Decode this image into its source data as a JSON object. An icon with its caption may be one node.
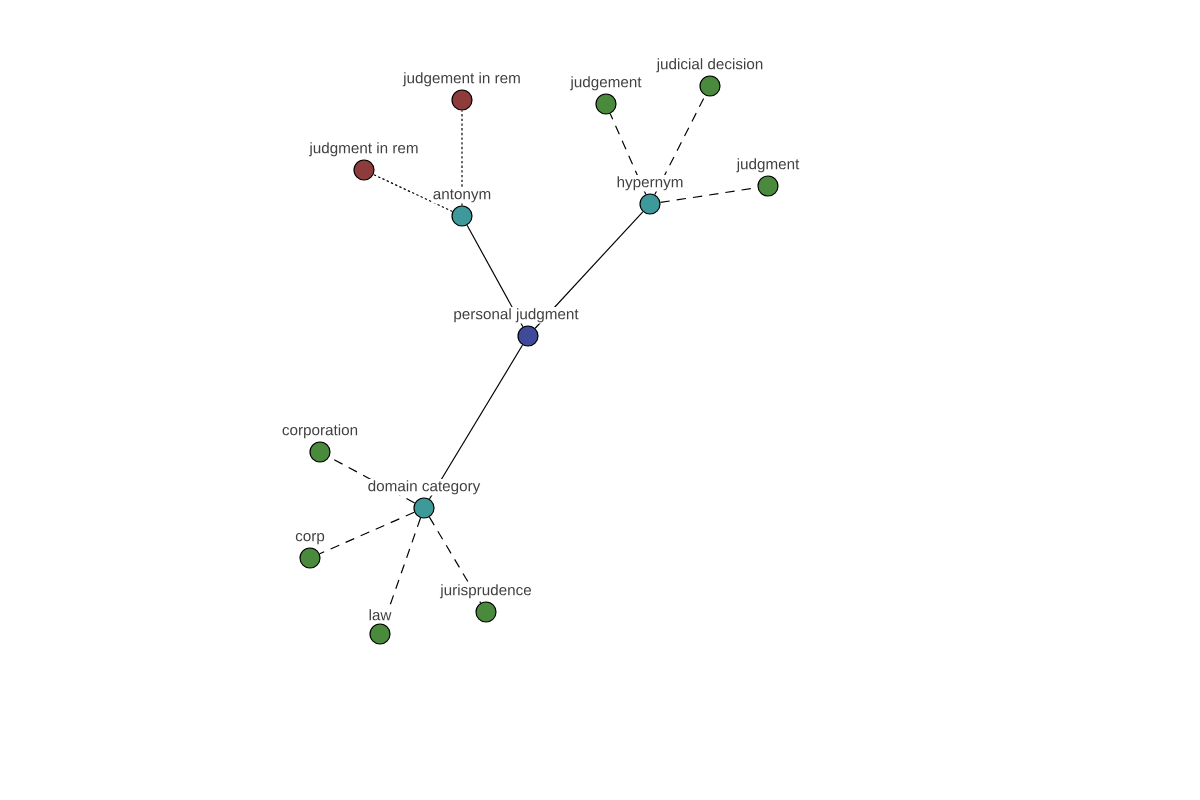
{
  "diagram": {
    "nodes": [
      {
        "text": [
          "personal judgment"
        ]
      },
      {
        "text": [
          "antonym"
        ]
      },
      {
        "text": [
          "judgement in rem"
        ]
      },
      {
        "text": [
          "judgment in rem"
        ]
      },
      {
        "text": [
          "hypernym"
        ]
      },
      {
        "text": [
          "judgement"
        ]
      },
      {
        "text": [
          "judicial decision"
        ]
      },
      {
        "text": [
          "judgment"
        ]
      },
      {
        "text": [
          "domain category"
        ]
      },
      {
        "text": [
          "corporation"
        ]
      },
      {
        "text": [
          "corp"
        ]
      },
      {
        "text": [
          "law"
        ]
      },
      {
        "text": [
          "jurisprudence"
        ]
      }
    ],
    "edges": [
      {
        "from": 0,
        "to": 1,
        "arrow": "none"
      },
      {
        "from": 0,
        "to": 4,
        "arrow": "none"
      },
      {
        "from": 0,
        "to": 8,
        "arrow": "none"
      },
      {
        "from": 1,
        "to": 2,
        "arrow": "none",
        "style": "dashed"
      },
      {
        "from": 1,
        "to": 3,
        "arrow": "none",
        "style": "dashed"
      },
      {
        "from": 4,
        "to": 5,
        "arrow": "none",
        "style": "dashed"
      },
      {
        "from": 4,
        "to": 6,
        "arrow": "none",
        "style": "dashed"
      },
      {
        "from": 4,
        "to": 7,
        "arrow": "none",
        "style": "dashed"
      },
      {
        "from": 8,
        "to": 9,
        "arrow": "none",
        "style": "dashed"
      },
      {
        "from": 8,
        "to": 10,
        "arrow": "none",
        "style": "dashed"
      },
      {
        "from": 8,
        "to": 11,
        "arrow": "none",
        "style": "dashed"
      },
      {
        "from": 8,
        "to": 12,
        "arrow": "none",
        "style": "dashed"
      }
    ]
  }
}
